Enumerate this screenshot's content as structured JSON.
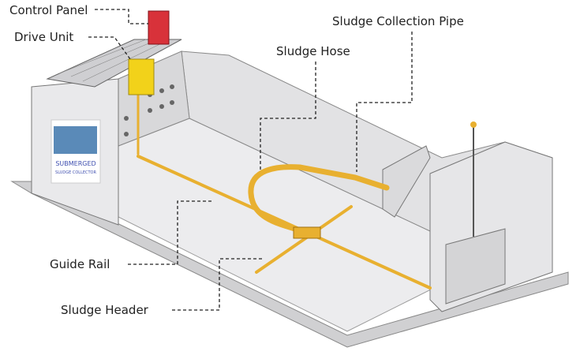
{
  "labels": {
    "control_panel": "Control Panel",
    "drive_unit": "Drive Unit",
    "sludge_hose": "Sludge Hose",
    "sludge_collection_pipe": "Sludge Collection Pipe",
    "guide_rail": "Guide Rail",
    "sludge_header": "Sludge Header"
  },
  "logo": {
    "line1": "SUBMERGED",
    "line2": "SLUDGE COLLECTOR"
  },
  "colors": {
    "concrete": "#e4e4e6",
    "rail": "#e8b030",
    "drive_unit": "#f2d21a",
    "control_panel": "#d8323a"
  }
}
